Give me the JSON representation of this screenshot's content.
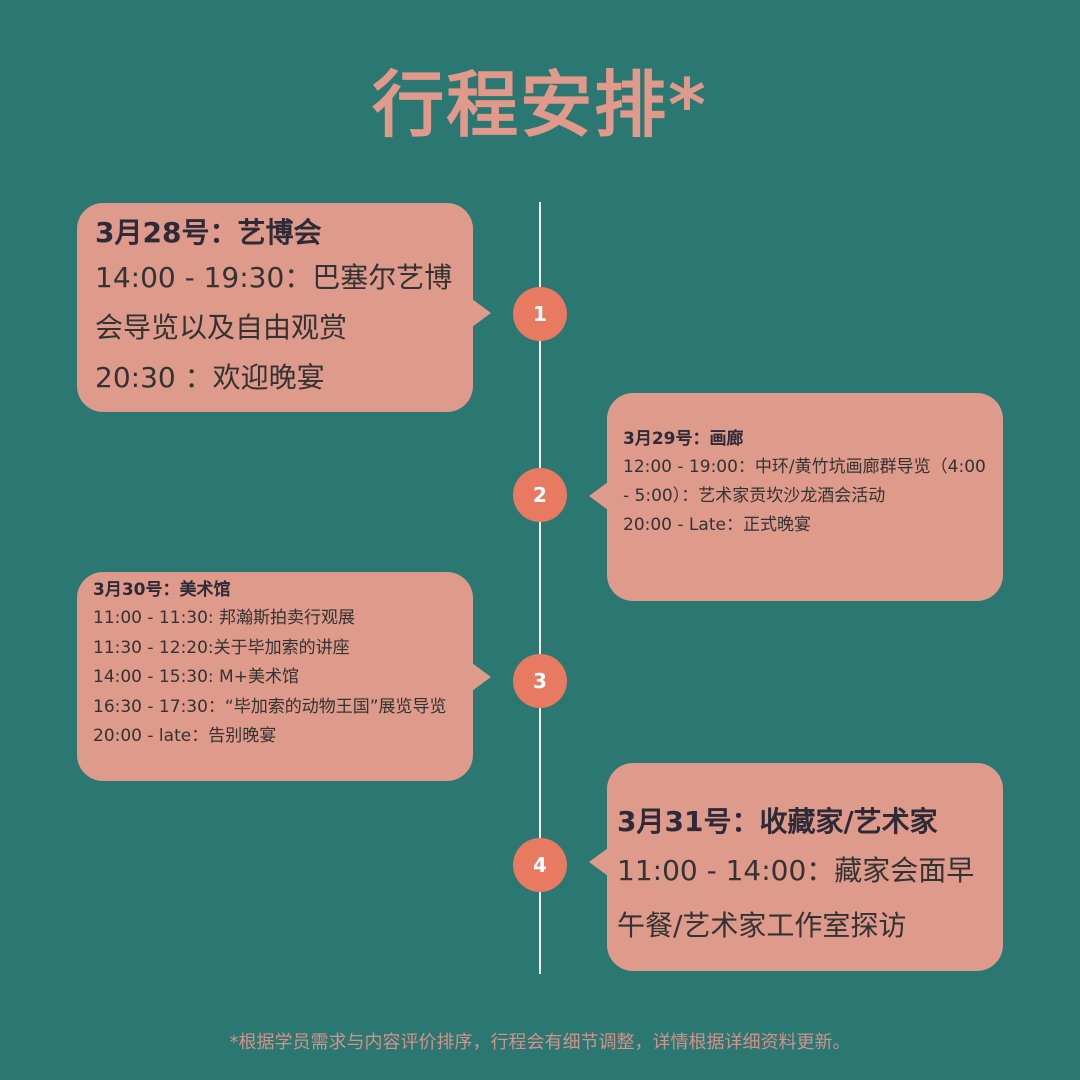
{
  "title": "行程安排*",
  "days": [
    {
      "number": "1",
      "heading": "3月28号：艺博会",
      "lines": [
        "14:00 - 19:30：巴塞尔艺博会导览以及自由观赏",
        "20:30 ：欢迎晚宴"
      ]
    },
    {
      "number": "2",
      "heading": "3月29号：画廊",
      "lines": [
        "12:00 - 19:00：中环/黄竹坑画廊群导览（4:00 - 5:00）：艺术家贡坎沙龙酒会活动",
        "20:00 - Late：正式晚宴"
      ]
    },
    {
      "number": "3",
      "heading": "3月30号：美术馆",
      "lines": [
        "11:00 - 11:30: 邦瀚斯拍卖行观展",
        "11:30 - 12:20:关于毕加索的讲座",
        "14:00 - 15:30: M+美术馆",
        "16:30 - 17:30：“毕加索的动物王国”展览导览",
        "20:00 - late：告别晚宴"
      ]
    },
    {
      "number": "4",
      "heading": "3月31号：收藏家/艺术家",
      "lines": [
        "11:00 - 14:00：藏家会面早午餐/艺术家工作室探访"
      ]
    }
  ],
  "footnote": "*根据学员需求与内容评价排序，行程会有细节调整，详情根据详细资料更新。",
  "colors": {
    "background": "#2b7772",
    "card": "#de9a8a",
    "node": "#e87a62",
    "title": "#e0998a"
  }
}
